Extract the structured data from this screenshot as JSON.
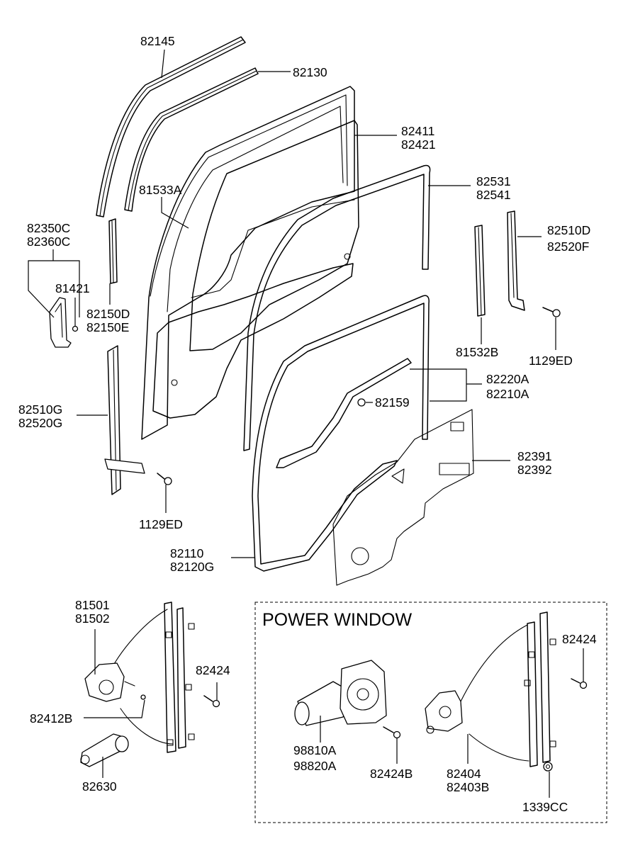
{
  "labels": {
    "p82145": "82145",
    "p82130": "82130",
    "p82411": "82411",
    "p82421": "82421",
    "p81533A": "81533A",
    "p82531": "82531",
    "p82541": "82541",
    "p82350C": "82350C",
    "p82360C": "82360C",
    "p82510D": "82510D",
    "p82520F": "82520F",
    "p81421": "81421",
    "p82150D": "82150D",
    "p82150E": "82150E",
    "p81532B": "81532B",
    "p1129ED_r": "1129ED",
    "p82220A": "82220A",
    "p82210A": "82210A",
    "p82159": "82159",
    "p82510G": "82510G",
    "p82520G": "82520G",
    "p82391": "82391",
    "p82392": "82392",
    "p1129ED_l": "1129ED",
    "p82110": "82110",
    "p82120G": "82120G",
    "p81501": "81501",
    "p81502": "81502",
    "p82424_m": "82424",
    "p82412B": "82412B",
    "p82630": "82630",
    "p82424_r": "82424",
    "p98810A": "98810A",
    "p98820A": "98820A",
    "p82424B": "82424B",
    "p82404": "82404",
    "p82403B": "82403B",
    "p1339CC": "1339CC"
  },
  "power_window": {
    "title": "POWER WINDOW"
  }
}
